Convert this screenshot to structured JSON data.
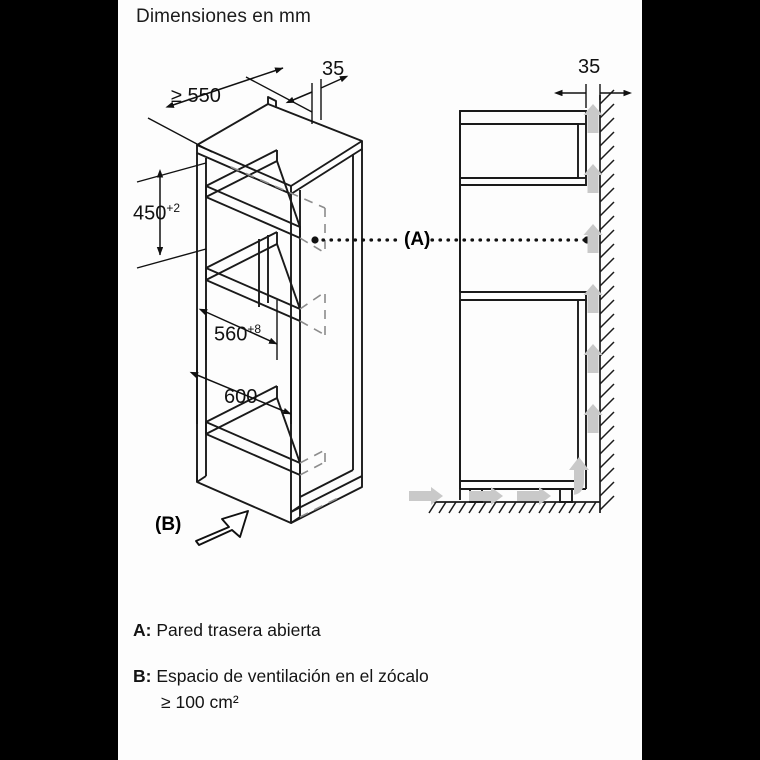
{
  "page": {
    "title": "Dimensiones en mm",
    "background": "#fdfdfd",
    "side_band_color": "#000000",
    "line_color": "#1a1a1a",
    "airflow_arrow_color": "#c9c9c9"
  },
  "dimensions": {
    "depth_min": "≥ 550",
    "top_gap": "35",
    "side_gap": "35",
    "niche_height": "450",
    "niche_height_tol": "+2",
    "niche_width": "560",
    "niche_width_tol": "+8",
    "cabinet_width": "600"
  },
  "callouts": {
    "a": "(A)",
    "b": "(B)"
  },
  "legend": {
    "a_key": "A:",
    "a_text": "Pared trasera abierta",
    "b_key": "B:",
    "b_text": "Espacio de ventilación en el zócalo",
    "b_text2": "≥ 100 cm²"
  },
  "chart_data": {
    "type": "table",
    "title": "Dimensiones en mm",
    "categories": [
      "≥ 550",
      "35",
      "450+2",
      "560+8",
      "600",
      "≥ 100 cm²"
    ],
    "values": [
      550,
      35,
      450,
      560,
      600,
      100
    ],
    "xlabel": "",
    "ylabel": "mm"
  }
}
